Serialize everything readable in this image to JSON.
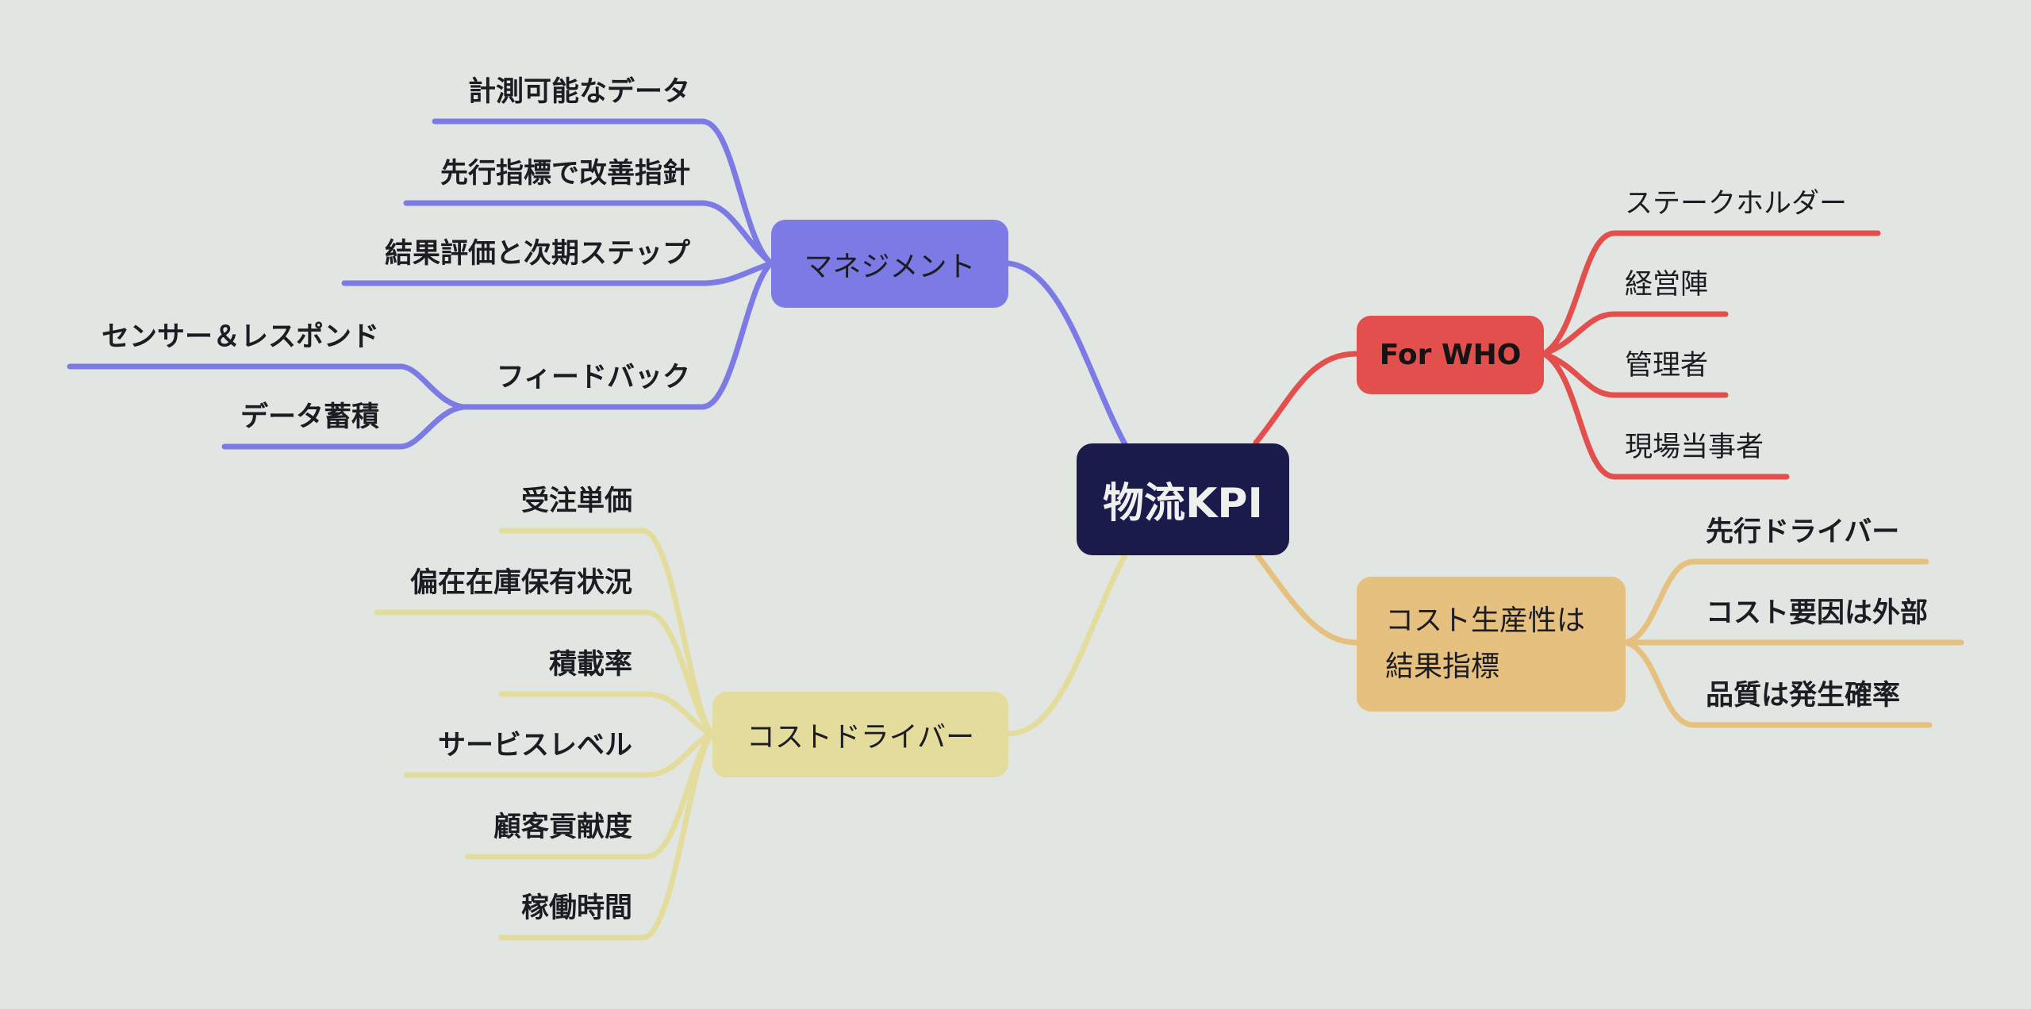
{
  "title": "物流KPI",
  "colors": {
    "background": "#e1e6e3",
    "root": "#1a1a4b",
    "management": "#7c7be6",
    "for_who": "#e24f4c",
    "cost_productivity": "#e6c07e",
    "cost_driver": "#e3dc9c"
  },
  "branches": {
    "management": {
      "label": "マネジメント",
      "children": [
        "計測可能なデータ",
        "先行指標で改善指針",
        "結果評価と次期ステップ",
        "フィードバック"
      ],
      "feedback_children": [
        "センサー＆レスポンド",
        "データ蓄積"
      ]
    },
    "for_who": {
      "label": "For WHO",
      "children": [
        "ステークホルダー",
        "経営陣",
        "管理者",
        "現場当事者"
      ]
    },
    "cost_productivity": {
      "label_line1": "コスト生産性は",
      "label_line2": "結果指標",
      "children": [
        "先行ドライバー",
        "コスト要因は外部",
        "品質は発生確率"
      ]
    },
    "cost_driver": {
      "label": "コストドライバー",
      "children": [
        "受注単価",
        "偏在在庫保有状況",
        "積載率",
        "サービスレベル",
        "顧客貢献度",
        "稼働時間"
      ]
    }
  }
}
